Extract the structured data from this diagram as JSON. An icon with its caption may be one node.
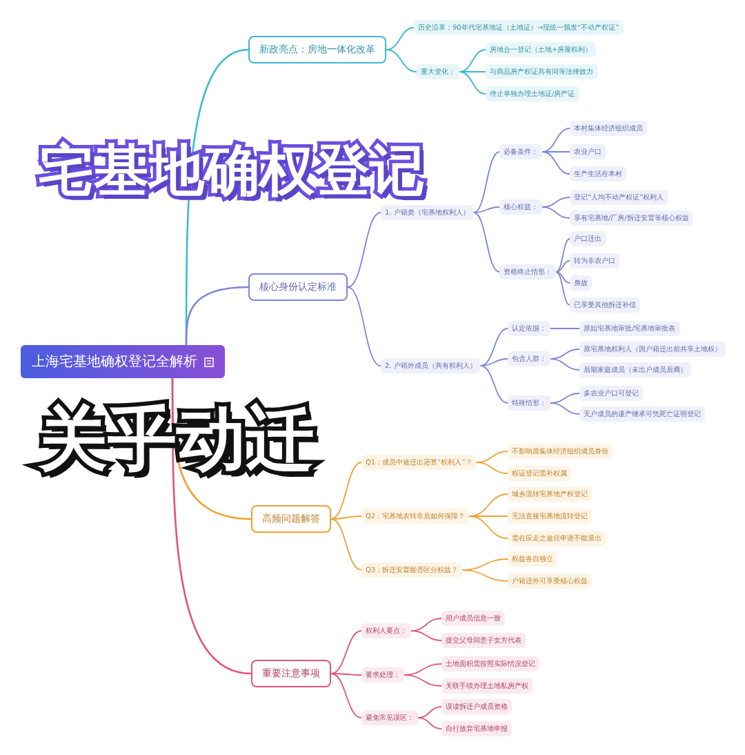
{
  "diagram": {
    "nodes": [
      {
        "text": [
          "上海宅基地确权登记全解析"
        ]
      },
      {
        "text": [
          "新政亮点：房地一体化改革"
        ]
      },
      {
        "text": [
          "历史沿革：90年代宅基地证（土地证）→现统一颁发“不动产权证”"
        ]
      },
      {
        "text": [
          "重大变化："
        ]
      },
      {
        "text": [
          "房地合一登记（土地+房屋权利）"
        ]
      },
      {
        "text": [
          "与商品房产权证具有同等法律效力"
        ]
      },
      {
        "text": [
          "停止单独办理土地证/房产证"
        ]
      },
      {
        "text": [
          "核心身份认定标准"
        ]
      },
      {
        "text": [
          "1. 户籍类（宅基地权利人）"
        ]
      },
      {
        "text": [
          "必备条件："
        ]
      },
      {
        "text": [
          "本村集体经济组织成员"
        ]
      },
      {
        "text": [
          "农业户口"
        ]
      },
      {
        "text": [
          "生产生活在本村"
        ]
      },
      {
        "text": [
          "核心权益："
        ]
      },
      {
        "text": [
          "登记“人均不动产权证”权利人"
        ]
      },
      {
        "text": [
          "享有宅基地/厂房/拆迁安置等核心权益"
        ]
      },
      {
        "text": [
          "资格终止情形："
        ]
      },
      {
        "text": [
          "户口迁出"
        ]
      },
      {
        "text": [
          "转为非农户口"
        ]
      },
      {
        "text": [
          "身故"
        ]
      },
      {
        "text": [
          "已享受其他拆迁补偿"
        ]
      },
      {
        "text": [
          "2. 户籍外成员（共有权利人）"
        ]
      },
      {
        "text": [
          "认定依据："
        ]
      },
      {
        "text": [
          "原始宅基地审批/宅基地审批表"
        ]
      },
      {
        "text": [
          "包含人群："
        ]
      },
      {
        "text": [
          "原宅基地权利人（因户籍迁出前共享土地权）"
        ]
      },
      {
        "text": [
          "后期家庭成员（未出户成员后裔）"
        ]
      },
      {
        "text": [
          "特殊情形："
        ]
      },
      {
        "text": [
          "多农业户口可登记"
        ]
      },
      {
        "text": [
          "无户成员的遗产继承可凭死亡证明登记"
        ]
      },
      {
        "text": [
          "高频问题解答"
        ]
      },
      {
        "text": [
          "Q1：成员中途迁出还算“权利人”？"
        ]
      },
      {
        "text": [
          "不影响原集体经济组织成员身份"
        ]
      },
      {
        "text": [
          "权证登记需补权属"
        ]
      },
      {
        "text": [
          "Q2：宅基地农转非后如何保障？"
        ]
      },
      {
        "text": [
          "城乡流转宅基地产权登记"
        ]
      },
      {
        "text": [
          "无法直接宅基地流转登记"
        ]
      },
      {
        "text": [
          "需在应走之途径申请不能退出"
        ]
      },
      {
        "text": [
          "Q3：拆迁安置能否区分权益？"
        ]
      },
      {
        "text": [
          "权益各自独立"
        ]
      },
      {
        "text": [
          "户籍迁外可享受核心权益"
        ]
      },
      {
        "text": [
          "重要注意事项"
        ]
      },
      {
        "text": [
          "权利人要点："
        ]
      },
      {
        "text": [
          "用户成员信息一致"
        ]
      },
      {
        "text": [
          "提交父母同意子女方代表"
        ]
      },
      {
        "text": [
          "要求处理："
        ]
      },
      {
        "text": [
          "土地面积需按照实际情况登记"
        ]
      },
      {
        "text": [
          "关联手续办理土地私房产权"
        ]
      },
      {
        "text": [
          "避免常见误区："
        ]
      },
      {
        "text": [
          "误读拆迁户成员资格"
        ]
      },
      {
        "text": [
          "自行放弃宅基地申报"
        ]
      }
    ],
    "edges": [
      {
        "from": 0,
        "to": 1,
        "arrow": "none",
        "color": "#3fb8cf"
      },
      {
        "from": 1,
        "to": 2,
        "arrow": "none",
        "color": "#3fb8cf"
      },
      {
        "from": 1,
        "to": 3,
        "arrow": "none",
        "color": "#3fb8cf"
      },
      {
        "from": 3,
        "to": 4,
        "arrow": "none",
        "color": "#3fb8cf"
      },
      {
        "from": 3,
        "to": 5,
        "arrow": "none",
        "color": "#3fb8cf"
      },
      {
        "from": 3,
        "to": 6,
        "arrow": "none",
        "color": "#3fb8cf"
      },
      {
        "from": 0,
        "to": 7,
        "arrow": "none"
      },
      {
        "from": 7,
        "to": 8,
        "arrow": "none"
      },
      {
        "from": 8,
        "to": 9,
        "arrow": "none"
      },
      {
        "from": 9,
        "to": 10,
        "arrow": "none"
      },
      {
        "from": 9,
        "to": 11,
        "arrow": "none"
      },
      {
        "from": 9,
        "to": 12,
        "arrow": "none"
      },
      {
        "from": 8,
        "to": 13,
        "arrow": "none"
      },
      {
        "from": 13,
        "to": 14,
        "arrow": "none"
      },
      {
        "from": 13,
        "to": 15,
        "arrow": "none"
      },
      {
        "from": 8,
        "to": 16,
        "arrow": "none"
      },
      {
        "from": 16,
        "to": 17,
        "arrow": "none"
      },
      {
        "from": 16,
        "to": 18,
        "arrow": "none"
      },
      {
        "from": 16,
        "to": 19,
        "arrow": "none"
      },
      {
        "from": 16,
        "to": 20,
        "arrow": "none"
      },
      {
        "from": 7,
        "to": 21,
        "arrow": "none"
      },
      {
        "from": 21,
        "to": 22,
        "arrow": "none"
      },
      {
        "from": 22,
        "to": 23,
        "arrow": "none"
      },
      {
        "from": 21,
        "to": 24,
        "arrow": "none"
      },
      {
        "from": 24,
        "to": 25,
        "arrow": "none"
      },
      {
        "from": 24,
        "to": 26,
        "arrow": "none"
      },
      {
        "from": 21,
        "to": 27,
        "arrow": "none"
      },
      {
        "from": 27,
        "to": 28,
        "arrow": "none"
      },
      {
        "from": 27,
        "to": 29,
        "arrow": "none"
      },
      {
        "from": 0,
        "to": 30,
        "arrow": "none",
        "color": "#f0a030"
      },
      {
        "from": 30,
        "to": 31,
        "arrow": "none",
        "color": "#f0a030"
      },
      {
        "from": 31,
        "to": 32,
        "arrow": "none",
        "color": "#f0a030"
      },
      {
        "from": 31,
        "to": 33,
        "arrow": "none",
        "color": "#f0a030"
      },
      {
        "from": 30,
        "to": 34,
        "arrow": "none",
        "color": "#f0a030"
      },
      {
        "from": 34,
        "to": 35,
        "arrow": "none",
        "color": "#f0a030"
      },
      {
        "from": 34,
        "to": 36,
        "arrow": "none",
        "color": "#f0a030"
      },
      {
        "from": 34,
        "to": 37,
        "arrow": "none",
        "color": "#f0a030"
      },
      {
        "from": 30,
        "to": 38,
        "arrow": "none",
        "color": "#f0a030"
      },
      {
        "from": 38,
        "to": 39,
        "arrow": "none",
        "color": "#f0a030"
      },
      {
        "from": 38,
        "to": 40,
        "arrow": "none",
        "color": "#f0a030"
      },
      {
        "from": 0,
        "to": 41,
        "arrow": "none",
        "color": "#e05478"
      },
      {
        "from": 41,
        "to": 42,
        "arrow": "none",
        "color": "#e05478"
      },
      {
        "from": 42,
        "to": 43,
        "arrow": "none",
        "color": "#e05478"
      },
      {
        "from": 42,
        "to": 44,
        "arrow": "none",
        "color": "#e05478"
      },
      {
        "from": 41,
        "to": 45,
        "arrow": "none",
        "color": "#e05478"
      },
      {
        "from": 45,
        "to": 46,
        "arrow": "none",
        "color": "#e05478"
      },
      {
        "from": 45,
        "to": 47,
        "arrow": "none",
        "color": "#e05478"
      },
      {
        "from": 41,
        "to": 48,
        "arrow": "none",
        "color": "#e05478"
      },
      {
        "from": 48,
        "to": 49,
        "arrow": "none",
        "color": "#e05478"
      },
      {
        "from": 48,
        "to": 50,
        "arrow": "none",
        "color": "#e05478"
      }
    ],
    "labels": [
      "宅基地确权登记",
      "关乎动迁"
    ]
  }
}
